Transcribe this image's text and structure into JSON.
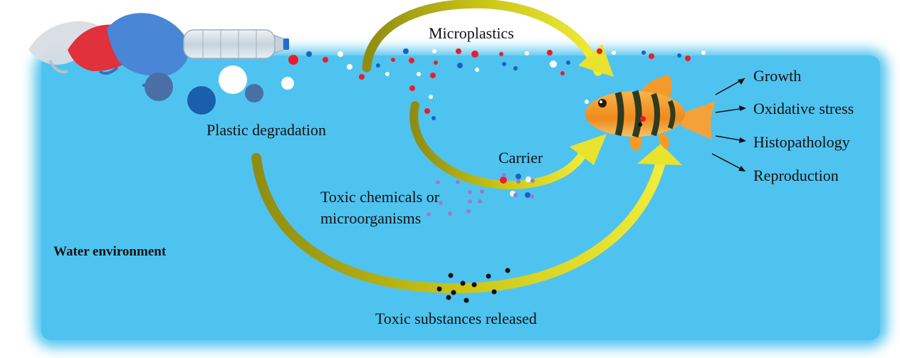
{
  "labels": {
    "microplastics": "Microplastics",
    "plastic_degradation": "Plastic degradation",
    "carrier": "Carrier",
    "toxic_chemicals_line1": "Toxic chemicals or",
    "toxic_chemicals_line2": "microorganisms",
    "water_environment": "Water environment",
    "toxic_substances": "Toxic substances released"
  },
  "effects": [
    {
      "label": "Growth"
    },
    {
      "label": "Oxidative stress"
    },
    {
      "label": "Histopathology"
    },
    {
      "label": "Reproduction"
    }
  ],
  "colors": {
    "water": "#4fc3ef",
    "arrow": "#c8c414",
    "particle_red": "#ea1d2c",
    "particle_blue": "#1565c0",
    "particle_white": "#ffffff",
    "fish_body": "#f39a2a",
    "fish_stripe": "#2f3b1e"
  }
}
